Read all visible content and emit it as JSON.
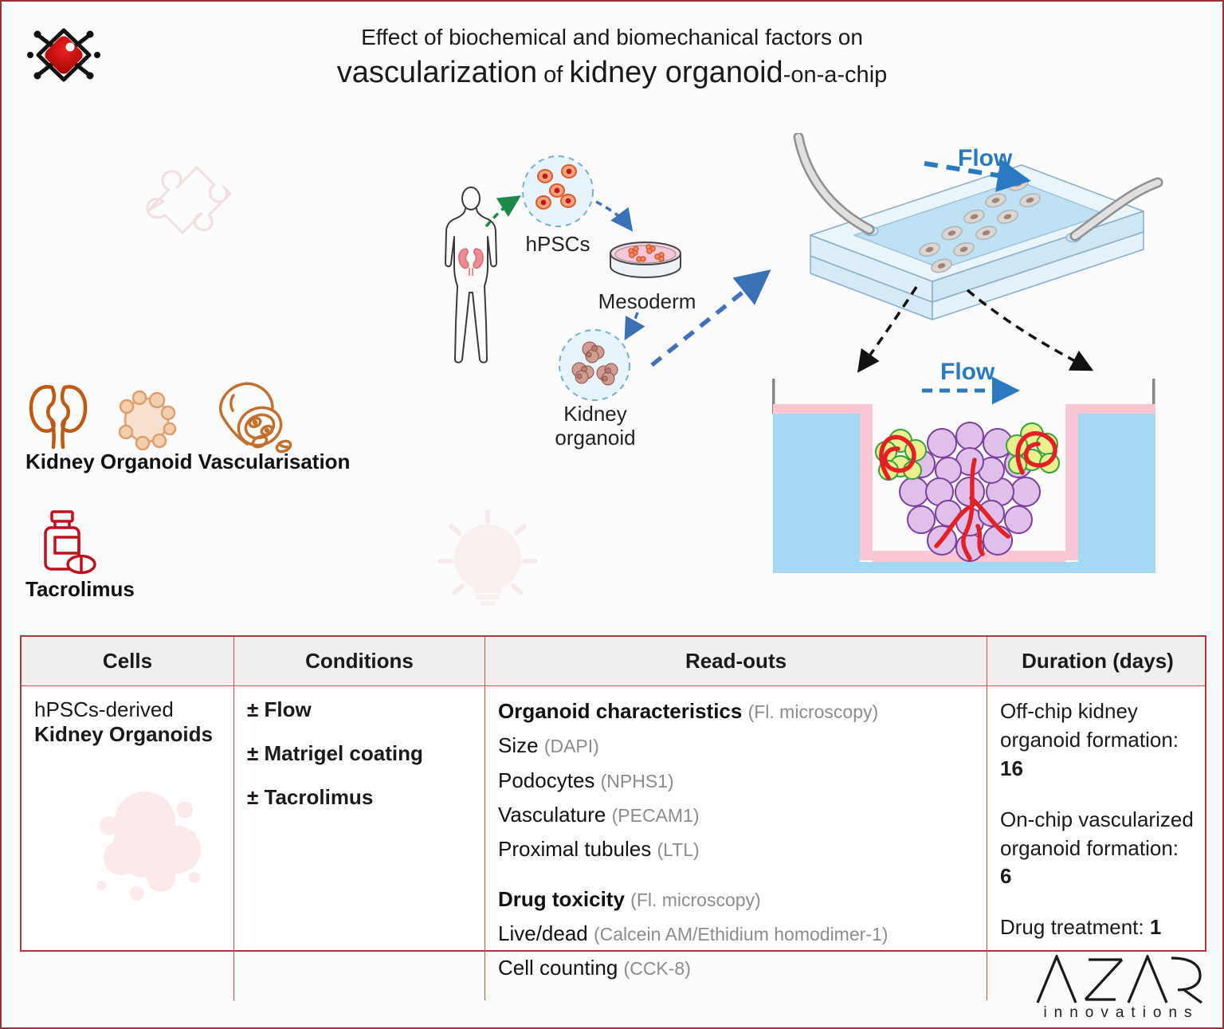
{
  "title": {
    "line1": "Effect of biochemical and biomechanical factors on",
    "line2_big1": "vascularization",
    "line2_small1": " of ",
    "line2_big2": "kidney organoid",
    "line2_small2": "-on-a-chip"
  },
  "workflow": {
    "hpscs_label": "hPSCs",
    "mesoderm_label": "Mesoderm",
    "kidney_organoid_label_line1": "Kidney",
    "kidney_organoid_label_line2": "organoid",
    "flow_top_label": "Flow",
    "flow_well_label": "Flow"
  },
  "left_panel": {
    "vascularisation_label": "Kidney Organoid Vascularisation",
    "tacrolimus_label": "Tacrolimus"
  },
  "table": {
    "headers": [
      "Cells",
      "Conditions",
      "Read-outs",
      "Duration (days)"
    ],
    "cells": {
      "line1": "hPSCs-derived",
      "line2": "Kidney Organoids"
    },
    "conditions": [
      "± Flow",
      "± Matrigel coating",
      "± Tacrolimus"
    ],
    "readouts": [
      {
        "main": "Organoid characteristics",
        "note": "(Fl. microscopy)"
      },
      {
        "main": "Size",
        "note": "(DAPI)"
      },
      {
        "main": "Podocytes",
        "note": "(NPHS1)"
      },
      {
        "main": "Vasculature",
        "note": "(PECAM1)"
      },
      {
        "main": "Proximal tubules",
        "note": "(LTL)"
      },
      {
        "main": "Drug toxicity",
        "note": "(Fl. microscopy)"
      },
      {
        "main": "Live/dead",
        "note": "(Calcein AM/Ethidium homodimer-1)"
      },
      {
        "main": "Cell counting",
        "note": "(CCK-8)"
      }
    ],
    "duration": [
      {
        "text": "Off-chip kidney organoid formation: ",
        "value": "16"
      },
      {
        "text": "On-chip vascularized organoid formation: ",
        "value": "6"
      },
      {
        "text": "Drug treatment: ",
        "value": "1"
      }
    ]
  },
  "logo": {
    "name": "AZAR",
    "subtitle": "innovations"
  },
  "colors": {
    "accent_blue": "#2b7ac1",
    "arrow_blue": "#3a72b5",
    "arrow_green": "#1d8a4a",
    "table_border": "#c0504d",
    "page_border": "#9e3039",
    "icon_orange": "#c2702e",
    "icon_red": "#c00f1e",
    "organoid_purple": "#7b3f9d",
    "vessel_red": "#e51f26"
  }
}
